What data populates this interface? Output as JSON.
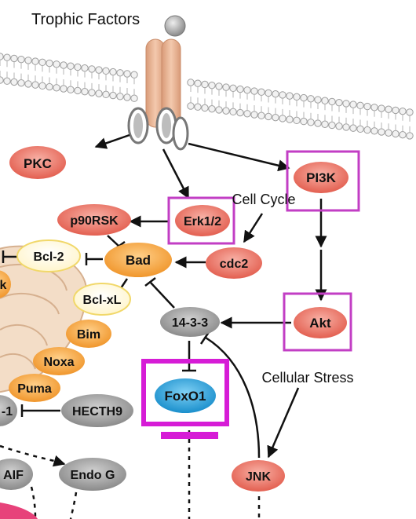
{
  "title": "Trophic Factors",
  "labels": {
    "cell_cycle": "Cell Cycle",
    "cellular_stress": "Cellular Stress"
  },
  "nodes": {
    "pkc": "PKC",
    "pi3k": "PI3K",
    "p90rsk": "p90RSK",
    "erk": "Erk1/2",
    "bcl2": "Bcl-2",
    "bad": "Bad",
    "cdc2": "cdc2",
    "bclxl": "Bcl-xL",
    "bim": "Bim",
    "noxa": "Noxa",
    "puma": "Puma",
    "p1433": "14-3-3",
    "akt": "Akt",
    "foxo1": "FoxO1",
    "partial_1": "-1",
    "hecth9": "HECTH9",
    "aif": "AIF",
    "endog": "Endo G",
    "jnk": "JNK",
    "partial_k": "k"
  },
  "colors": {
    "red_node": "#ec7d6e",
    "orange_node": "#f6ad4c",
    "yellow_node": "#fffbe6",
    "gray_node": "#9d9d9d",
    "blue_node": "#2ea6de",
    "highlight_box": "#c23ec4",
    "foxo1_box": "#d61cd6",
    "receptor": "#e8b596",
    "membrane": "#cccccc",
    "mitochondria": "#f3ddc7"
  }
}
